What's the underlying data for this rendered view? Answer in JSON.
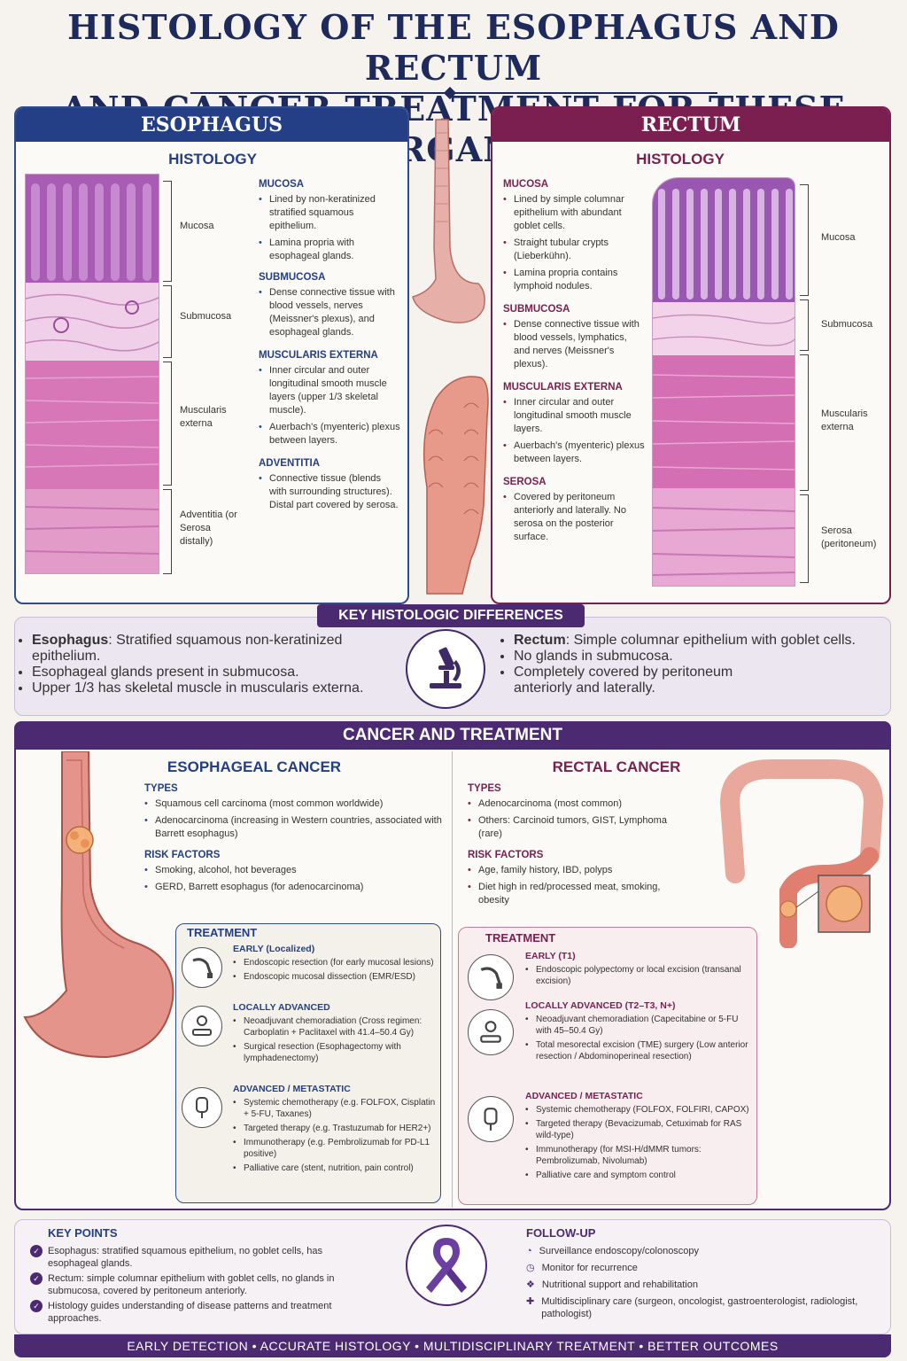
{
  "title": {
    "line1": "HISTOLOGY OF THE ESOPHAGUS AND RECTUM",
    "line2": "AND CANCER TREATMENT FOR THESE ORGANS"
  },
  "colors": {
    "esophagus": "#2f4d8c",
    "rectum": "#7a1f4f",
    "band": "#4b2a72"
  },
  "esophagus": {
    "header": "ESOPHAGUS",
    "histology": "HISTOLOGY",
    "labels": [
      "Mucosa",
      "Submucosa",
      "Muscularis externa",
      "Adventitia (or Serosa distally)"
    ],
    "sections": [
      {
        "title": "MUCOSA",
        "items": [
          "Lined by non-keratinized stratified squamous epithelium.",
          "Lamina propria with esophageal glands."
        ]
      },
      {
        "title": "SUBMUCOSA",
        "items": [
          "Dense connective tissue with blood vessels, nerves (Meissner's plexus), and esophageal glands."
        ]
      },
      {
        "title": "MUSCULARIS EXTERNA",
        "items": [
          "Inner circular and outer longitudinal smooth muscle layers (upper 1/3 skeletal muscle).",
          "Auerbach's (myenteric) plexus between layers."
        ]
      },
      {
        "title": "ADVENTITIA",
        "items": [
          "Connective tissue (blends with surrounding structures). Distal part covered by serosa."
        ]
      }
    ]
  },
  "rectum": {
    "header": "RECTUM",
    "histology": "HISTOLOGY",
    "labels": [
      "Mucosa",
      "Submucosa",
      "Muscularis externa",
      "Serosa (peritoneum)"
    ],
    "sections": [
      {
        "title": "MUCOSA",
        "items": [
          "Lined by simple columnar epithelium with abundant goblet cells.",
          "Straight tubular crypts (Lieberkühn).",
          "Lamina propria contains lymphoid nodules."
        ]
      },
      {
        "title": "SUBMUCOSA",
        "items": [
          "Dense connective tissue with blood vessels, lymphatics, and nerves (Meissner's plexus)."
        ]
      },
      {
        "title": "MUSCULARIS EXTERNA",
        "items": [
          "Inner circular and outer longitudinal smooth muscle layers.",
          "Auerbach's (myenteric) plexus between layers."
        ]
      },
      {
        "title": "SEROSA",
        "items": [
          "Covered by peritoneum anteriorly and laterally. No serosa on the posterior surface."
        ]
      }
    ]
  },
  "key_differences": {
    "title": "KEY HISTOLOGIC DIFFERENCES",
    "left": [
      {
        "bold": "Esophagus",
        "text": ": Stratified squamous non-keratinized epithelium."
      },
      {
        "bold": "",
        "text": "Esophageal glands present in submucosa."
      },
      {
        "bold": "",
        "text": "Upper 1/3 has skeletal muscle in muscularis externa."
      }
    ],
    "right": [
      {
        "bold": "Rectum",
        "text": ": Simple columnar epithelium with goblet cells."
      },
      {
        "bold": "",
        "text": "No glands in submucosa."
      },
      {
        "bold": "",
        "text": "Completely covered by peritoneum anteriorly and laterally."
      }
    ]
  },
  "cancer": {
    "title": "CANCER AND TREATMENT",
    "esophageal": {
      "title": "ESOPHAGEAL CANCER",
      "types_title": "TYPES",
      "types": [
        "Squamous cell carcinoma (most common worldwide)",
        "Adenocarcinoma (increasing in Western countries, associated with Barrett esophagus)"
      ],
      "risk_title": "RISK FACTORS",
      "risks": [
        "Smoking, alcohol, hot beverages",
        "GERD, Barrett esophagus (for adenocarcinoma)"
      ],
      "treatment_title": "TREATMENT",
      "treatment": [
        {
          "stage": "EARLY (Localized)",
          "items": [
            "Endoscopic resection (for early mucosal lesions)",
            "Endoscopic mucosal dissection (EMR/ESD)"
          ]
        },
        {
          "stage": "LOCALLY ADVANCED",
          "items": [
            "Neoadjuvant chemoradiation (Cross regimen: Carboplatin + Paclitaxel with 41.4–50.4 Gy)",
            "Surgical resection (Esophagectomy with lymphadenectomy)"
          ]
        },
        {
          "stage": "ADVANCED / METASTATIC",
          "items": [
            "Systemic chemotherapy (e.g. FOLFOX, Cisplatin + 5-FU, Taxanes)",
            "Targeted therapy (e.g. Trastuzumab for HER2+)",
            "Immunotherapy (e.g. Pembrolizumab for PD-L1 positive)",
            "Palliative care (stent, nutrition, pain control)"
          ]
        }
      ]
    },
    "rectal": {
      "title": "RECTAL CANCER",
      "types_title": "TYPES",
      "types": [
        "Adenocarcinoma (most common)",
        "Others: Carcinoid tumors, GIST, Lymphoma (rare)"
      ],
      "risk_title": "RISK FACTORS",
      "risks": [
        "Age, family history, IBD, polyps",
        "Diet high in red/processed meat, smoking, obesity"
      ],
      "treatment_title": "TREATMENT",
      "treatment": [
        {
          "stage": "EARLY (T1)",
          "items": [
            "Endoscopic polypectomy or local excision (transanal excision)"
          ]
        },
        {
          "stage": "LOCALLY ADVANCED (T2–T3, N+)",
          "items": [
            "Neoadjuvant chemoradiation (Capecitabine or 5-FU with 45–50.4 Gy)",
            "Total mesorectal excision (TME) surgery (Low anterior resection / Abdominoperineal resection)"
          ]
        },
        {
          "stage": "ADVANCED / METASTATIC",
          "items": [
            "Systemic chemotherapy (FOLFOX, FOLFIRI, CAPOX)",
            "Targeted therapy (Bevacizumab, Cetuximab for RAS wild-type)",
            "Immunotherapy (for MSI-H/dMMR tumors: Pembrolizumab, Nivolumab)",
            "Palliative care and symptom control"
          ]
        }
      ]
    }
  },
  "key_points": {
    "title": "KEY POINTS",
    "items": [
      "Esophagus: stratified squamous epithelium, no goblet cells, has esophageal glands.",
      "Rectum: simple columnar epithelium with goblet cells, no glands in submucosa, covered by peritoneum anteriorly.",
      "Histology guides understanding of disease patterns and treatment approaches."
    ]
  },
  "follow_up": {
    "title": "FOLLOW-UP",
    "items": [
      "Surveillance endoscopy/colonoscopy",
      "Monitor for recurrence",
      "Nutritional support and rehabilitation",
      "Multidisciplinary care (surgeon, oncologist, gastroenterologist, radiologist, pathologist)"
    ]
  },
  "footer": "EARLY DETECTION • ACCURATE HISTOLOGY • MULTIDISCIPLINARY TREATMENT • BETTER OUTCOMES"
}
